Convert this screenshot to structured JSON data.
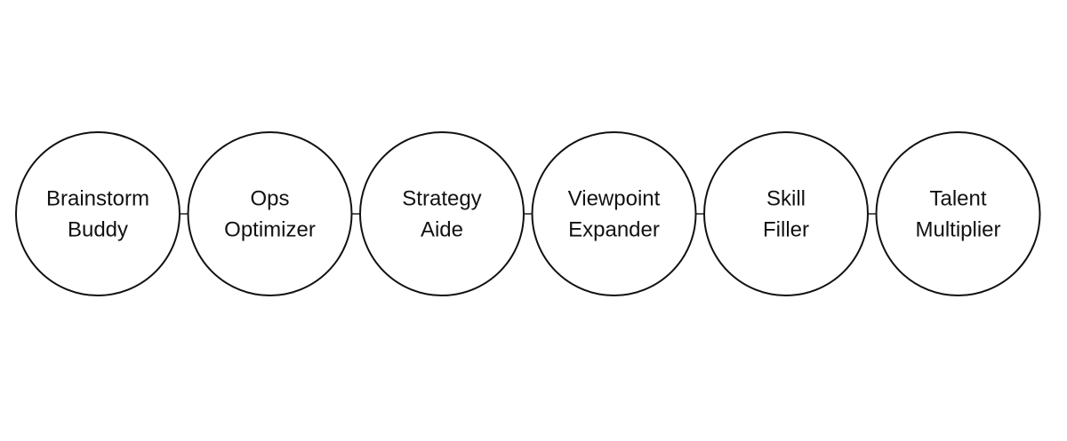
{
  "diagram": {
    "type": "linear-chain",
    "line_color": "#111111",
    "fill_color": "#ffffff",
    "nodes": [
      {
        "id": "brainstorm-buddy",
        "lines": [
          "Brainstorm",
          "Buddy"
        ]
      },
      {
        "id": "ops-optimizer",
        "lines": [
          "Ops",
          "Optimizer"
        ]
      },
      {
        "id": "strategy-aide",
        "lines": [
          "Strategy",
          "Aide"
        ]
      },
      {
        "id": "viewpoint-expander",
        "lines": [
          "Viewpoint",
          "Expander"
        ]
      },
      {
        "id": "skill-filler",
        "lines": [
          "Skill",
          "Filler"
        ]
      },
      {
        "id": "talent-multiplier",
        "lines": [
          "Talent",
          "Multiplier"
        ]
      }
    ],
    "edges": [
      {
        "from": "brainstorm-buddy",
        "to": "ops-optimizer"
      },
      {
        "from": "ops-optimizer",
        "to": "strategy-aide"
      },
      {
        "from": "strategy-aide",
        "to": "viewpoint-expander"
      },
      {
        "from": "viewpoint-expander",
        "to": "skill-filler"
      },
      {
        "from": "skill-filler",
        "to": "talent-multiplier"
      }
    ]
  }
}
